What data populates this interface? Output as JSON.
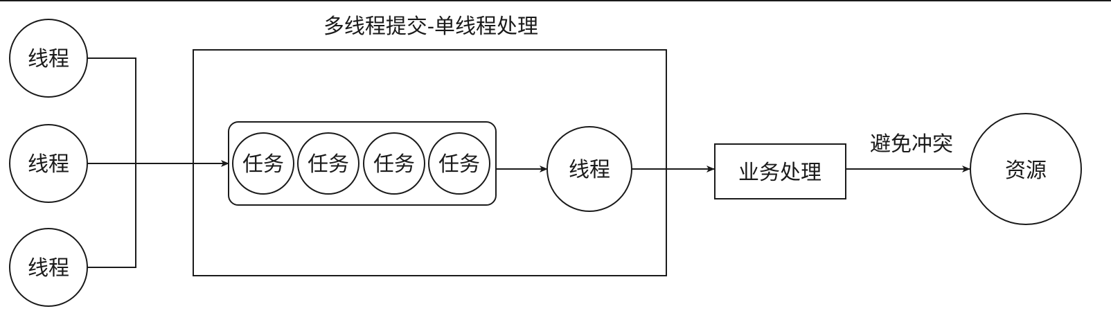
{
  "title": "多线程提交-单线程处理",
  "producer_threads": [
    {
      "label": "线程"
    },
    {
      "label": "线程"
    },
    {
      "label": "线程"
    }
  ],
  "queue_tasks": [
    {
      "label": "任务"
    },
    {
      "label": "任务"
    },
    {
      "label": "任务"
    },
    {
      "label": "任务"
    }
  ],
  "consumer_thread": {
    "label": "线程"
  },
  "business": {
    "label": "业务处理"
  },
  "edge_label": "避免冲突",
  "resource": {
    "label": "资源"
  },
  "colors": {
    "stroke": "#1a1a1a",
    "background": "#ffffff"
  }
}
